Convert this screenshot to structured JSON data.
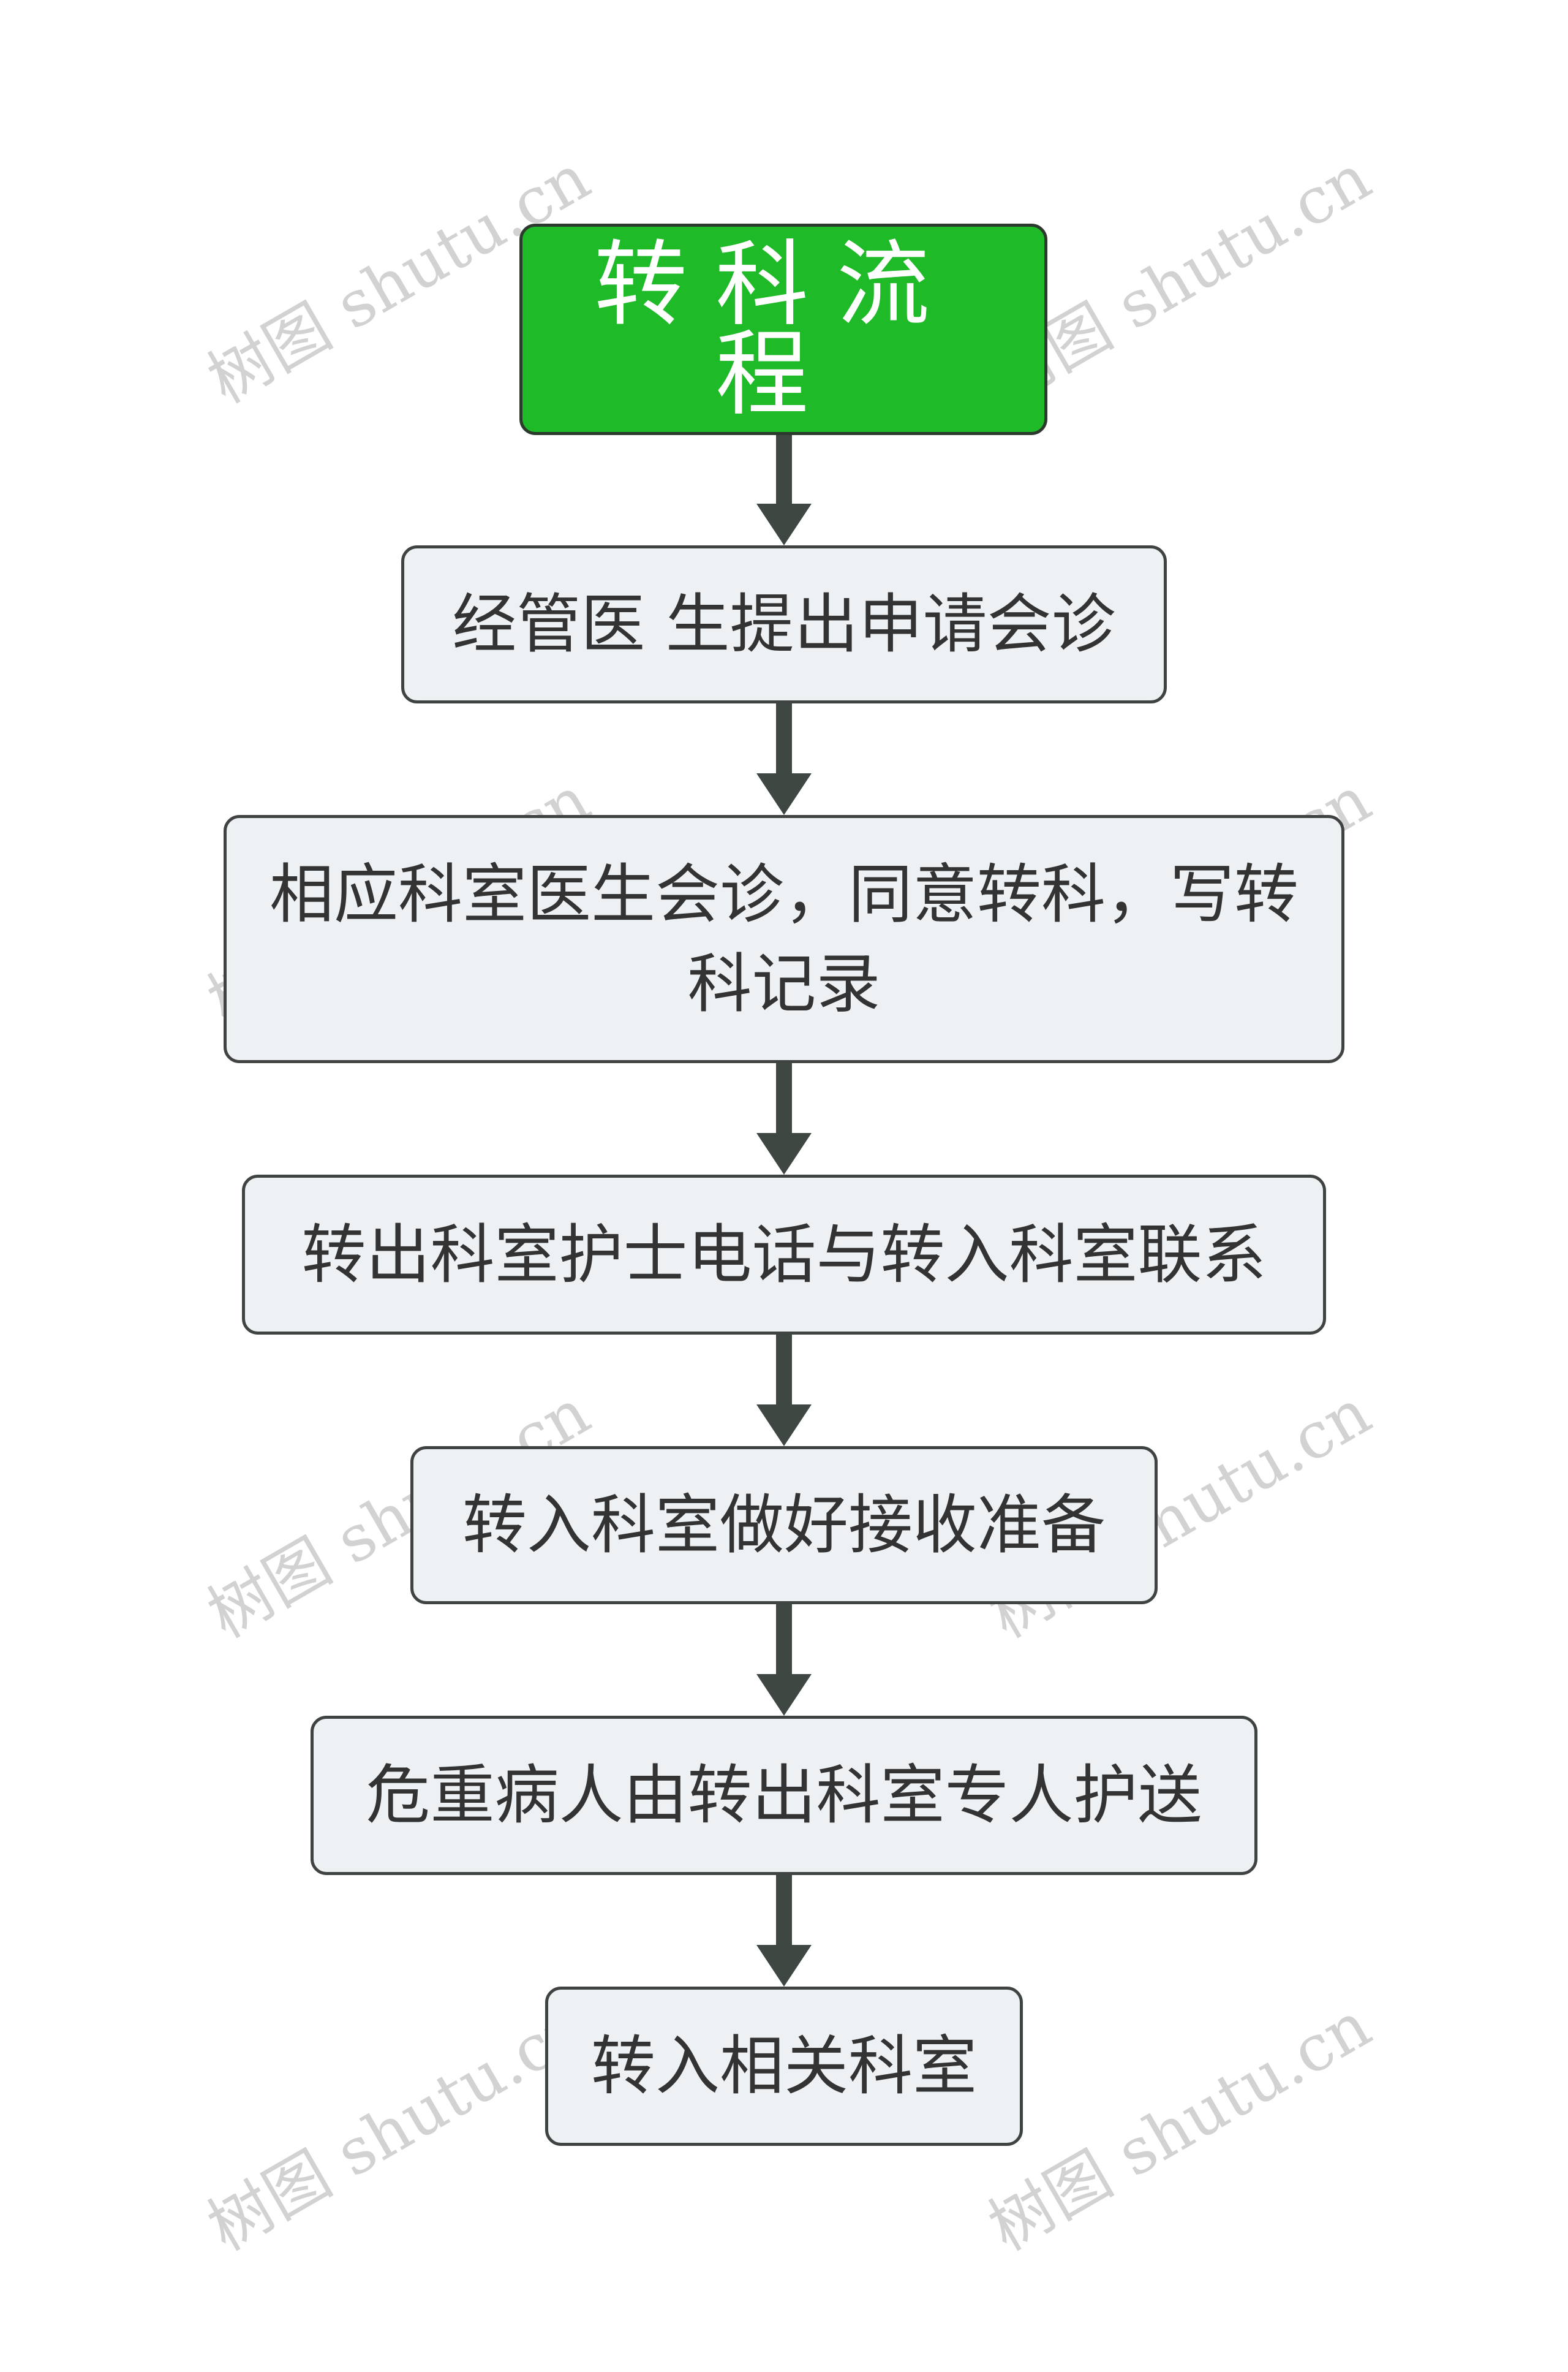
{
  "watermark": "树图 shutu.cn",
  "colors": {
    "root_fill": "#1fba28",
    "node_fill": "#eef1f4",
    "border": "#3f4341",
    "arrow": "#3f4742",
    "text": "#333333",
    "root_text": "#ffffff"
  },
  "flow": {
    "title": "转科流程",
    "steps": [
      "经管医 生提出申请会诊",
      "相应科室医生会诊，同意转科，写转科记录",
      "转出科室护士电话与转入科室联系",
      "转入科室做好接收准备",
      "危重病人由转出科室专人护送",
      "转入相关科室"
    ]
  }
}
